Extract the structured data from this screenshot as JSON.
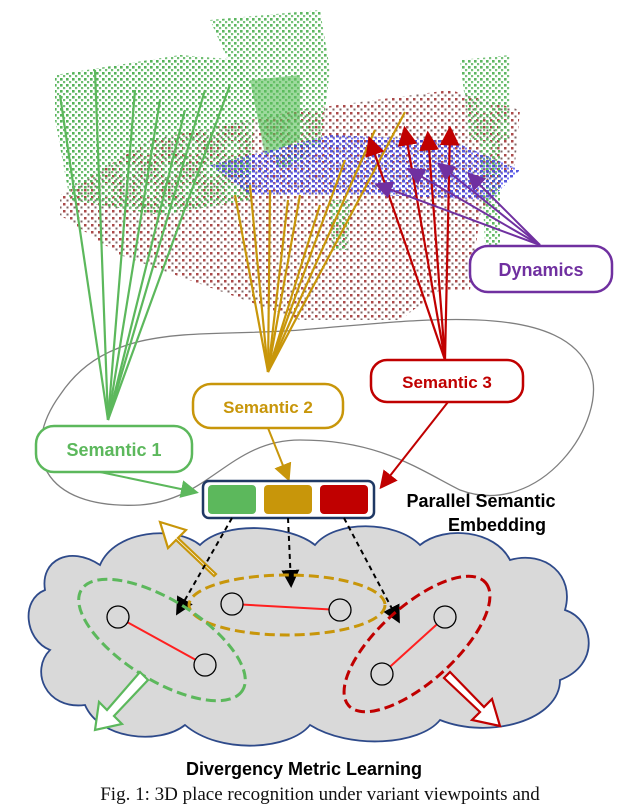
{
  "labels": {
    "semantic1": "Semantic 1",
    "semantic2": "Semantic 2",
    "semantic3": "Semantic 3",
    "dynamics": "Dynamics",
    "parallel_line1": "Parallel Semantic",
    "parallel_line2": "Embedding",
    "divergency": "Divergency Metric Learning"
  },
  "caption": "Fig. 1: 3D place recognition under variant viewpoints and",
  "colors": {
    "semantic1": "#5cb85c",
    "semantic2": "#c8960a",
    "semantic3": "#c00000",
    "dynamics": "#7030a0",
    "embedding_border": "#1f3864",
    "cloud_fill": "#d9d9d9",
    "cloud_stroke": "#2e4a8a",
    "pair_line": "#ff2020"
  }
}
